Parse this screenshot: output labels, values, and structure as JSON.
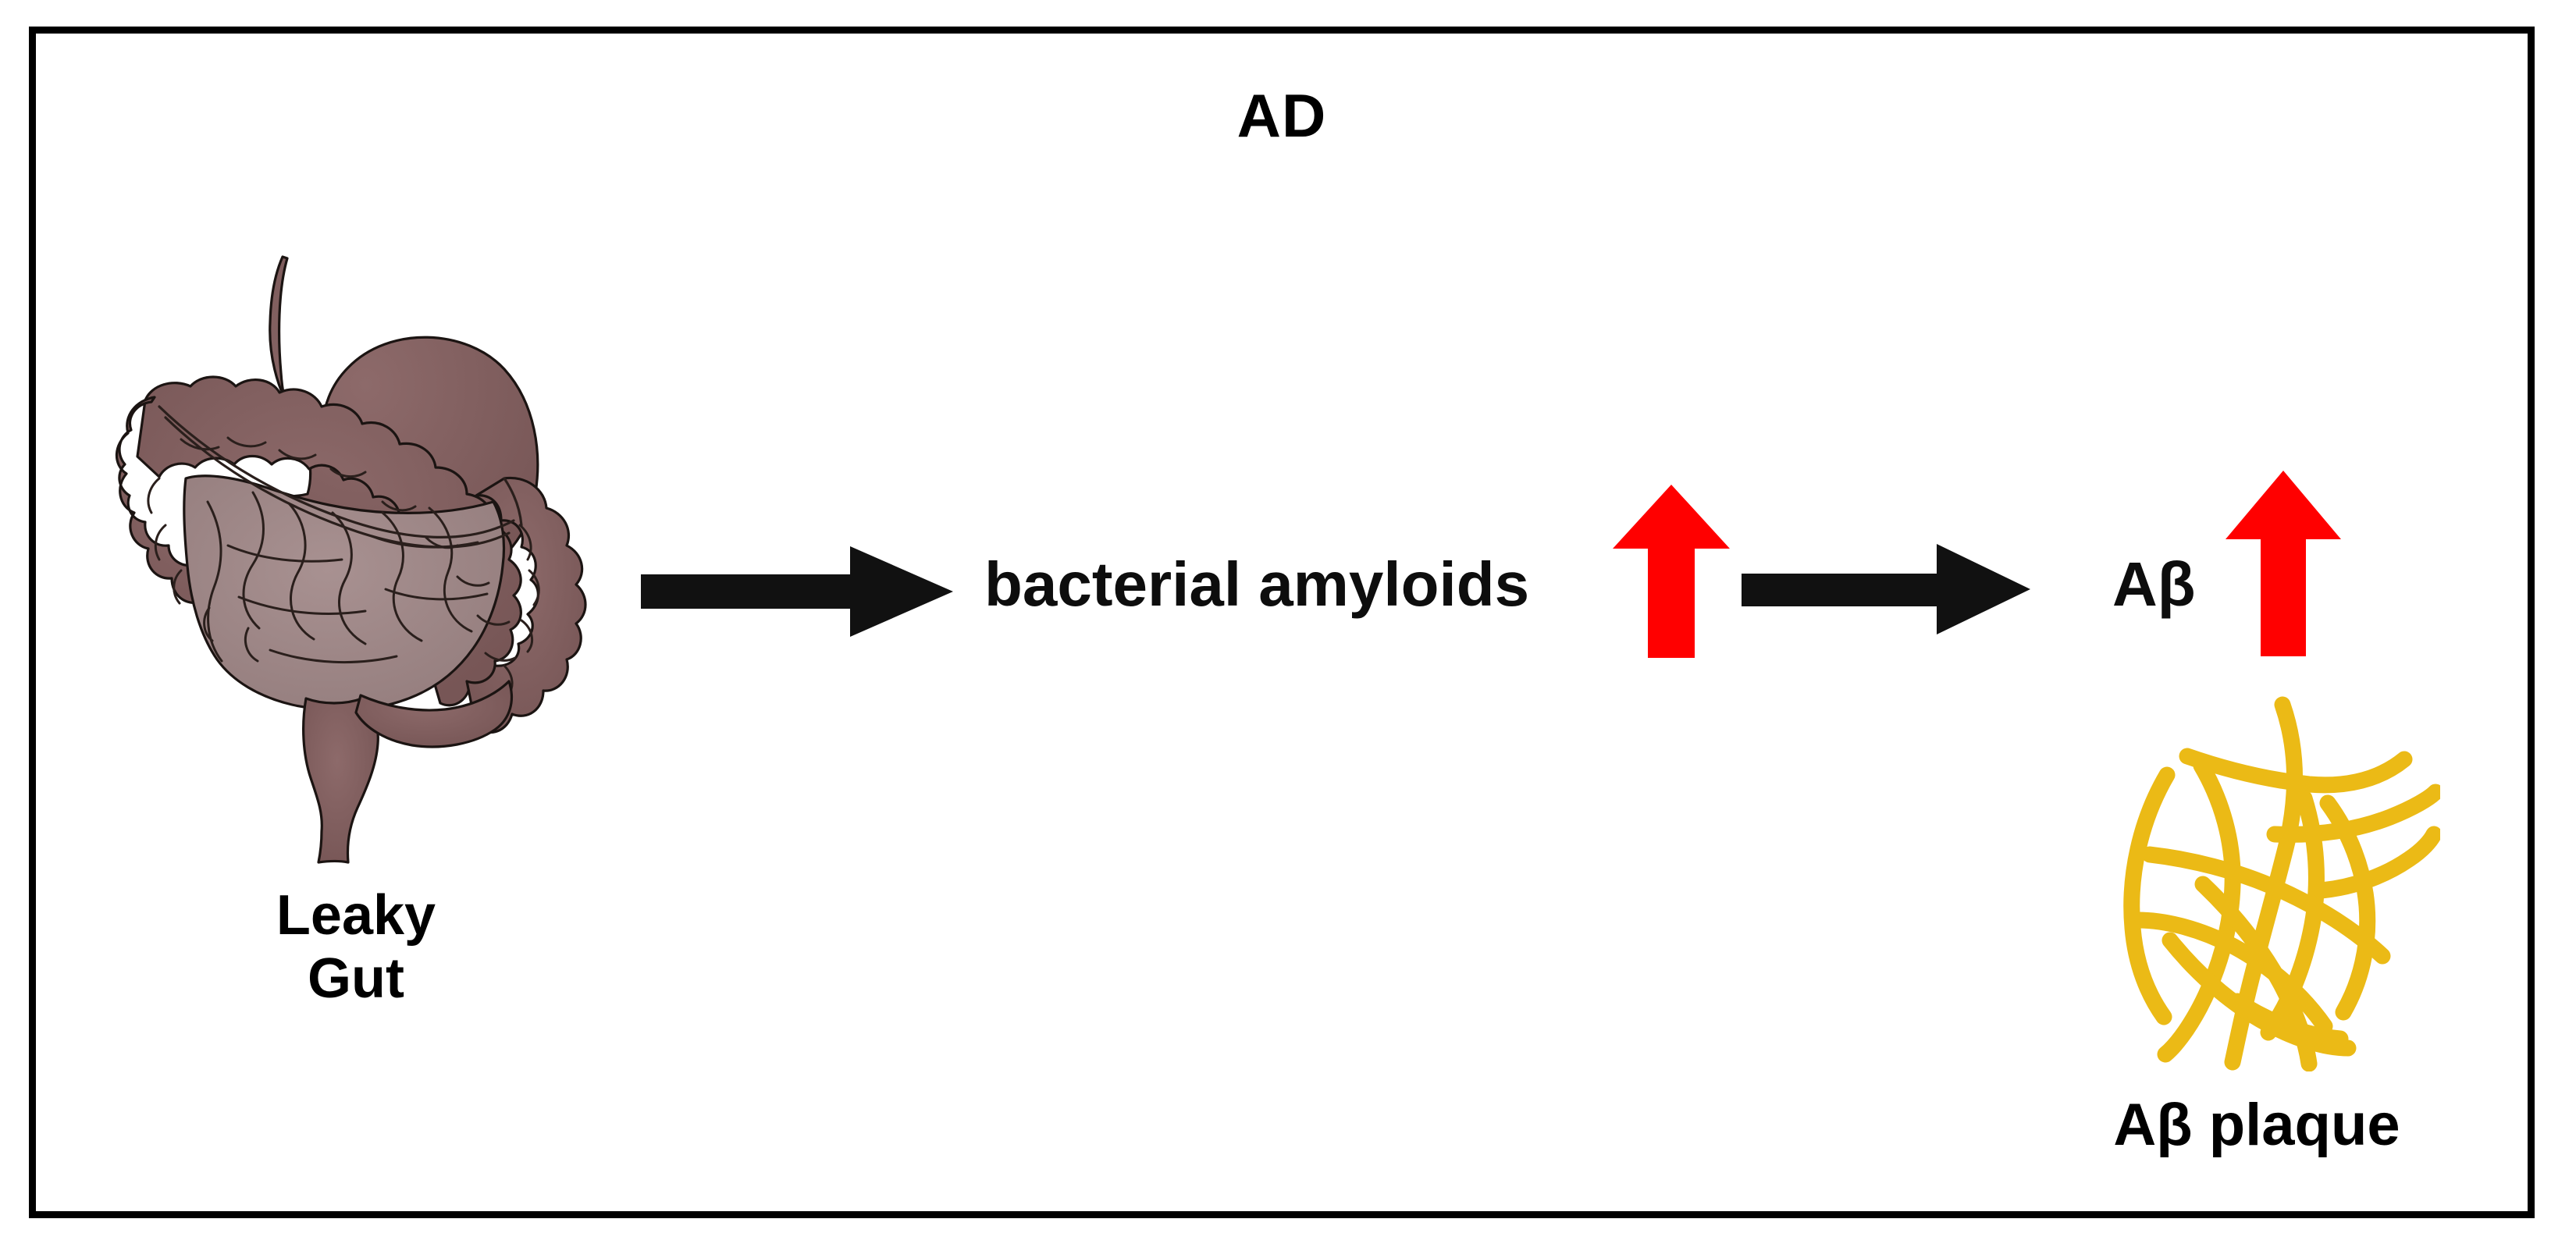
{
  "figure": {
    "title": "AD",
    "border_color": "#000000",
    "background_color": "#ffffff"
  },
  "nodes": {
    "gut": {
      "caption_line1": "Leaky",
      "caption_line2": "Gut",
      "icon": "intestine-stomach-illustration",
      "organ_color": "#7E5C5C",
      "small_intestine_color": "#9B8484",
      "outline_color": "#1b1412"
    },
    "bacterial_amyloids": {
      "label": "bacterial amyloids",
      "increase_indicator": "up-arrow",
      "increase_color": "#FF0000"
    },
    "abeta": {
      "label": "Aβ",
      "increase_indicator": "up-arrow",
      "increase_color": "#FF0000"
    },
    "abeta_plaque": {
      "caption": "Aβ plaque",
      "icon": "amyloid-fibril-tangle",
      "fibril_color": "#EBBA16",
      "fibril_edge_color": "#C99A07"
    }
  },
  "arrows": [
    {
      "name": "gut-to-bacterial-amyloids",
      "color": "#111111",
      "direction": "right"
    },
    {
      "name": "bacterial-amyloids-to-abeta",
      "color": "#111111",
      "direction": "right"
    }
  ],
  "chart_data": {
    "type": "diagram",
    "title": "AD",
    "flow": [
      "Leaky Gut",
      "bacterial amyloids ↑",
      "Aβ ↑",
      "Aβ plaque"
    ],
    "nodes": [
      {
        "id": "leaky-gut",
        "label": "Leaky Gut",
        "kind": "organ-icon"
      },
      {
        "id": "bacterial-amyloids",
        "label": "bacterial amyloids",
        "kind": "text",
        "change": "increase"
      },
      {
        "id": "abeta",
        "label": "Aβ",
        "kind": "text",
        "change": "increase"
      },
      {
        "id": "abeta-plaque",
        "label": "Aβ plaque",
        "kind": "structure-icon"
      }
    ],
    "edges": [
      {
        "from": "leaky-gut",
        "to": "bacterial-amyloids"
      },
      {
        "from": "bacterial-amyloids",
        "to": "abeta"
      }
    ]
  }
}
